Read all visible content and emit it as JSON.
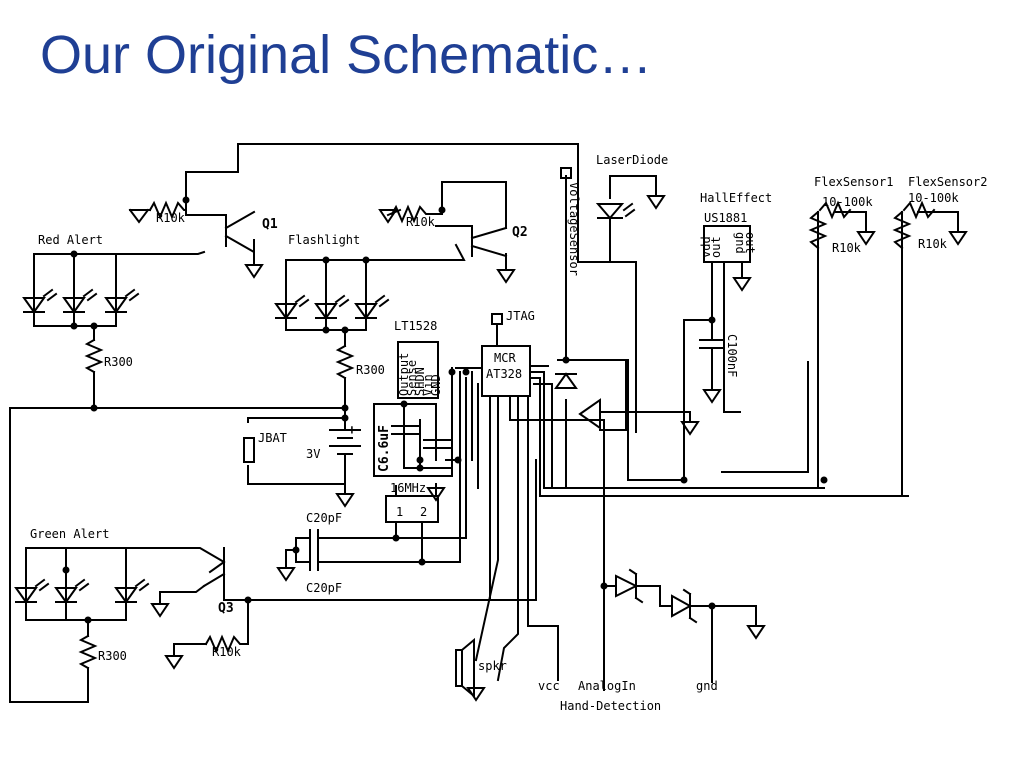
{
  "title": "Our Original Schematic…",
  "labels": {
    "red_alert": "Red Alert",
    "flashlight": "Flashlight",
    "green_alert": "Green Alert",
    "q1": "Q1",
    "q2": "Q2",
    "q3": "Q3",
    "r10k_q1": "R10k",
    "r10k_q2": "R10k",
    "r10k_q3": "R10k",
    "r300_red": "R300",
    "r300_flash": "R300",
    "r300_green": "R300",
    "lt1528": "LT1528",
    "lt1528_pins": [
      "Output",
      "Sense",
      "SHDN",
      "Vin",
      "GND"
    ],
    "jtag": "JTAG",
    "mcu_line1": "MCR",
    "mcu_line2": "AT328",
    "voltage_sensor": "VoltageSensor",
    "laser_diode": "LaserDiode",
    "hall_effect": "HallEffect",
    "us1881": "US1881",
    "us1881_pins_left": [
      "vdd",
      "out"
    ],
    "us1881_pins_right": [
      "gnd",
      "out"
    ],
    "flex1": "FlexSensor1",
    "flex2": "FlexSensor2",
    "flex1_range": "10-100k",
    "flex2_range": "10-100k",
    "flex1_r": "R10k",
    "flex2_r": "R10k",
    "c100nf": "C100nF",
    "c66uf": "C6.6uF",
    "jbat": "JBAT",
    "battery_voltage": "3V",
    "crystal": "16MHz",
    "crystal_pin1": "1",
    "crystal_pin2": "2",
    "c20pf_top": "C20pF",
    "c20pf_bottom": "C20pF",
    "spkr": "spkr",
    "vcc": "vcc",
    "analog_in": "AnalogIn",
    "gnd": "gnd",
    "hand_detection": "Hand-Detection",
    "plus_sign": "+"
  }
}
